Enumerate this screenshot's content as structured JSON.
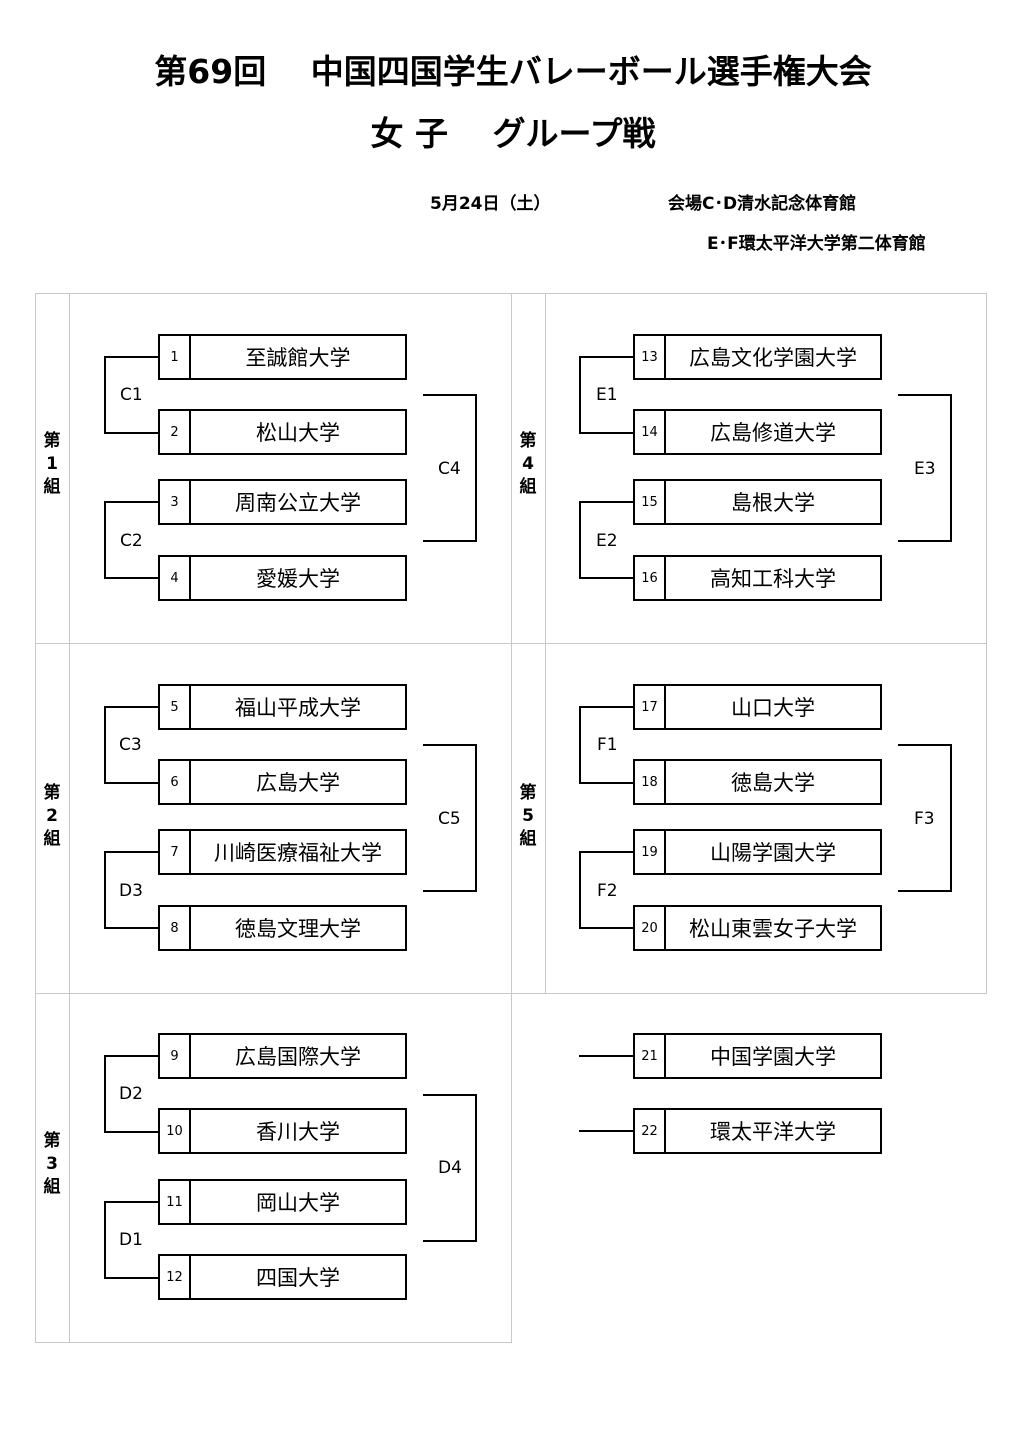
{
  "header": {
    "title_line1": "第69回　 中国四国学生バレーボール選手権大会",
    "title_line2": "女 子　 グループ戦",
    "date": "5月24日（土）",
    "venue_line1": "会場C･D清水記念体育館",
    "venue_line2": "E･F環太平洋大学第二体育館"
  },
  "groups": [
    {
      "label": "第1組"
    },
    {
      "label": "第2組"
    },
    {
      "label": "第3組"
    },
    {
      "label": "第4組"
    },
    {
      "label": "第5組"
    }
  ],
  "teams": [
    {
      "num": "1",
      "name": "至誠館大学"
    },
    {
      "num": "2",
      "name": "松山大学"
    },
    {
      "num": "3",
      "name": "周南公立大学"
    },
    {
      "num": "4",
      "name": "愛媛大学"
    },
    {
      "num": "5",
      "name": "福山平成大学"
    },
    {
      "num": "6",
      "name": "広島大学"
    },
    {
      "num": "7",
      "name": "川崎医療福祉大学"
    },
    {
      "num": "8",
      "name": "徳島文理大学"
    },
    {
      "num": "9",
      "name": "広島国際大学"
    },
    {
      "num": "10",
      "name": "香川大学"
    },
    {
      "num": "11",
      "name": "岡山大学"
    },
    {
      "num": "12",
      "name": "四国大学"
    },
    {
      "num": "13",
      "name": "広島文化学園大学"
    },
    {
      "num": "14",
      "name": "広島修道大学"
    },
    {
      "num": "15",
      "name": "島根大学"
    },
    {
      "num": "16",
      "name": "高知工科大学"
    },
    {
      "num": "17",
      "name": "山口大学"
    },
    {
      "num": "18",
      "name": "徳島大学"
    },
    {
      "num": "19",
      "name": "山陽学園大学"
    },
    {
      "num": "20",
      "name": "松山東雲女子大学"
    },
    {
      "num": "21",
      "name": "中国学園大学"
    },
    {
      "num": "22",
      "name": "環太平洋大学"
    }
  ],
  "matches": {
    "g1": {
      "a": "C1",
      "b": "C2",
      "final": "C4"
    },
    "g2": {
      "a": "C3",
      "b": "D3",
      "final": "C5"
    },
    "g3": {
      "a": "D2",
      "b": "D1",
      "final": "D4"
    },
    "g4": {
      "a": "E1",
      "b": "E2",
      "final": "E3"
    },
    "g5": {
      "a": "F1",
      "b": "F2",
      "final": "F3"
    }
  }
}
